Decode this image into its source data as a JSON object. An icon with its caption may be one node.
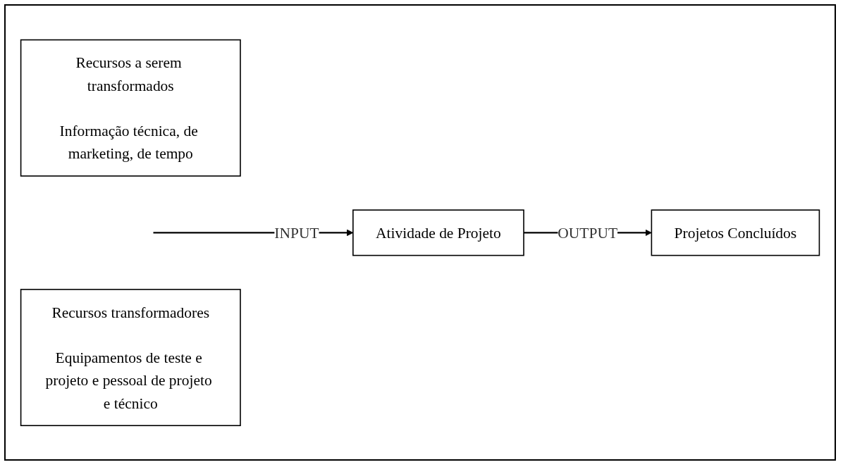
{
  "diagram": {
    "nodes": [
      {
        "text": [
          "Recursos a serem transformados",
          "Informação técnica, de marketing, de tempo"
        ]
      },
      {
        "text": [
          "Atividade de Projeto"
        ]
      },
      {
        "text": [
          "Projetos Concluídos"
        ]
      },
      {
        "text": [
          "Recursos transformadores",
          "Equipamentos de teste e projeto e pessoal de projeto e técnico"
        ]
      }
    ],
    "edges": [
      {
        "from": null,
        "to": 1,
        "arrow": "to",
        "label": "INPUT"
      },
      {
        "from": 1,
        "to": 2,
        "arrow": "to",
        "label": "OUTPUT"
      }
    ]
  }
}
